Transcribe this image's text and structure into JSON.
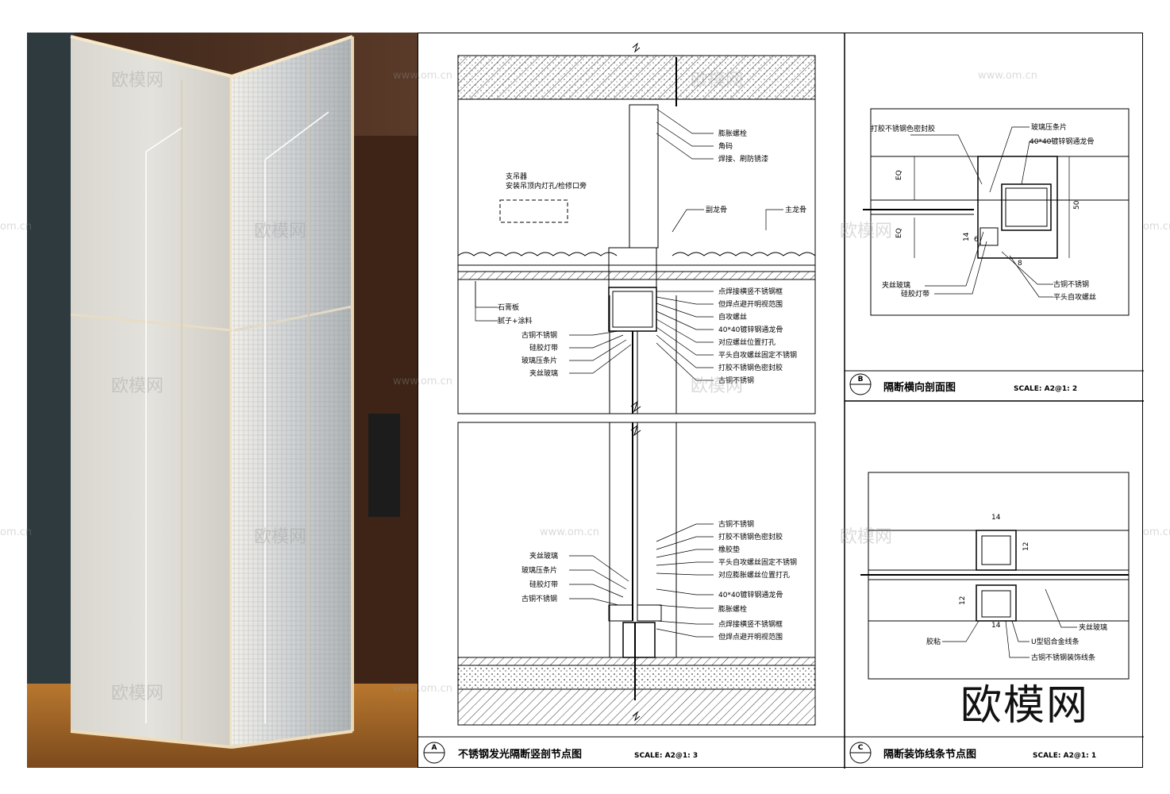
{
  "watermark": {
    "text": "欧模网",
    "url": "www.om.cn",
    "url_partial": "om.cn"
  },
  "brand": "欧模网",
  "detail_a": {
    "marker": "A",
    "title": "不锈钢发光隔断竖剖节点图",
    "scale": "SCALE: A2@1: 3",
    "labels_top": [
      "膨胀螺栓",
      "角码",
      "焊接、刷防锈漆"
    ],
    "label_box": [
      "支吊器",
      "安装吊顶内灯孔/检修口旁"
    ],
    "label_joist": "副龙骨",
    "label_main": "主龙骨",
    "labels_left_top": [
      "石膏板",
      "腻子+涂料",
      "古铜不锈钢",
      "硅胶灯带",
      "玻璃压条片",
      "夹丝玻璃"
    ],
    "labels_right_top": [
      "点焊接横竖不锈钢框",
      "但焊点避开明视范围",
      "自攻螺丝",
      "40*40镀锌钢通龙骨",
      "对应螺丝位置打孔",
      "平头自攻螺丝固定不锈钢",
      "打胶不锈钢色密封胶",
      "古铜不锈钢"
    ],
    "labels_right_bottom": [
      "古铜不锈钢",
      "打胶不锈钢色密封胶",
      "橡胶垫",
      "平头自攻螺丝固定不锈钢",
      "对应膨胀螺丝位置打孔",
      "40*40镀锌钢通龙骨",
      "膨胀螺栓",
      "点焊接横竖不锈钢框",
      "但焊点避开明视范围"
    ],
    "labels_left_bottom": [
      "夹丝玻璃",
      "玻璃压条片",
      "硅胶灯带",
      "古铜不锈钢"
    ]
  },
  "detail_b": {
    "marker": "B",
    "title": "隔断横向剖面图",
    "scale": "SCALE: A2@1: 2",
    "labels": [
      "打胶不锈钢色密封胶",
      "玻璃压条片",
      "40*40镀锌钢通龙骨",
      "夹丝玻璃",
      "硅胶灯带",
      "古铜不锈钢",
      "平头自攻螺丝"
    ],
    "dims": [
      "EQ",
      "EQ",
      "50",
      "14",
      "8",
      "6"
    ]
  },
  "detail_c": {
    "marker": "C",
    "title": "隔断装饰线条节点图",
    "scale": "SCALE: A2@1: 1",
    "labels": [
      "夹丝玻璃",
      "胶粘",
      "U型铝合金线条",
      "古铜不锈钢装饰线条"
    ],
    "dims": [
      "14",
      "12",
      "12",
      "14"
    ]
  }
}
